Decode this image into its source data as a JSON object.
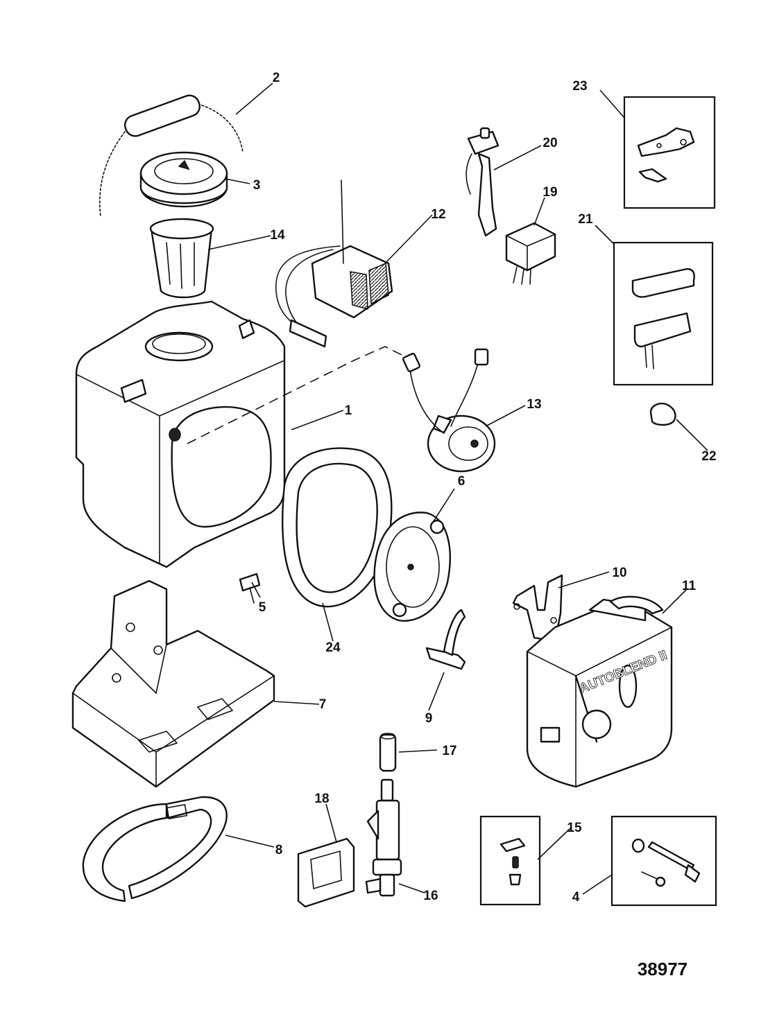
{
  "diagram": {
    "figure_number": "38977",
    "brand_label": "AUTOBLEND II",
    "callouts": {
      "c1": "1",
      "c2": "2",
      "c3": "3",
      "c4": "4",
      "c5": "5",
      "c6": "6",
      "c7": "7",
      "c8": "8",
      "c9": "9",
      "c10": "10",
      "c11": "11",
      "c12": "12",
      "c13": "13",
      "c14": "14",
      "c15": "15",
      "c16": "16",
      "c17": "17",
      "c18": "18",
      "c19": "19",
      "c20": "20",
      "c21": "21",
      "c22": "22",
      "c23": "23",
      "c24": "24"
    }
  }
}
